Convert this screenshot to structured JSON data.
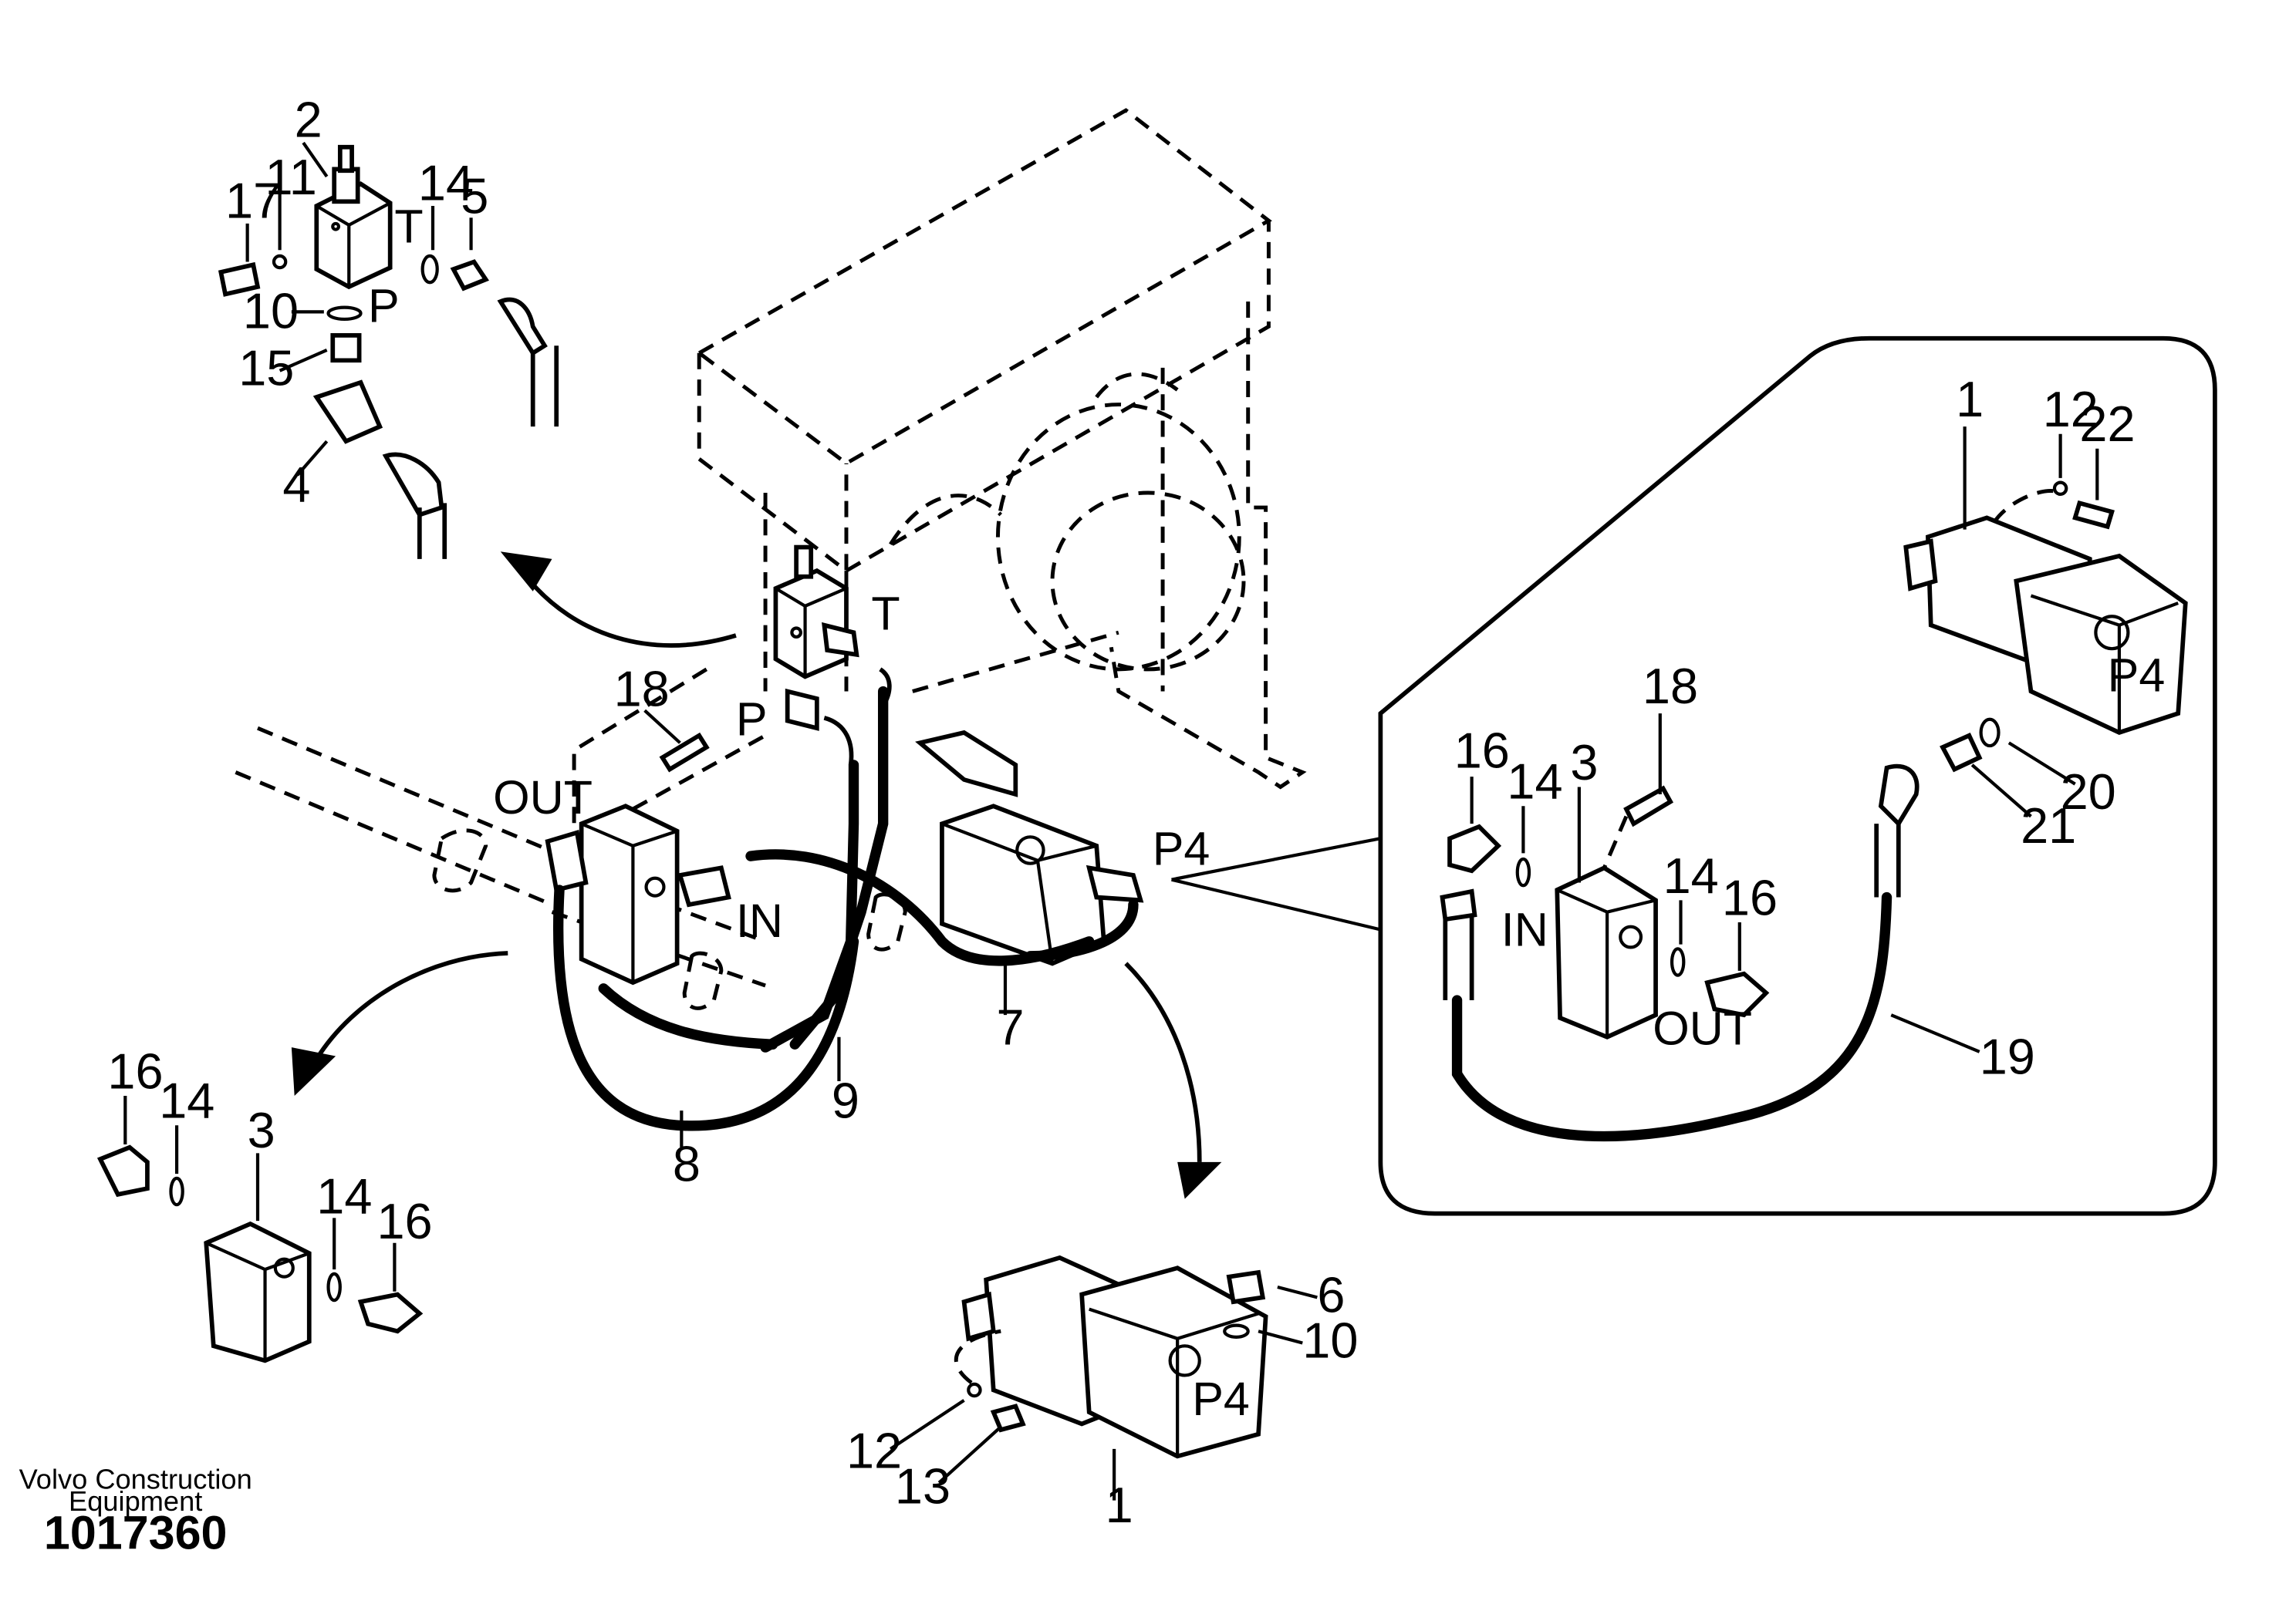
{
  "callouts": {
    "tl_2": "2",
    "tl_17": "17",
    "tl_11": "11",
    "tl_14": "14",
    "tl_5": "5",
    "tl_10": "10",
    "tl_15": "15",
    "tl_4": "4",
    "c_18": "18",
    "c_7": "7",
    "c_8": "8",
    "c_9": "9",
    "bl_16a": "16",
    "bl_14a": "14",
    "bl_3": "3",
    "bl_14b": "14",
    "bl_16b": "16",
    "bm_6": "6",
    "bm_10": "10",
    "bm_12": "12",
    "bm_13": "13",
    "bm_1": "1",
    "r_1": "1",
    "r_12": "12",
    "r_22": "22",
    "r_18": "18",
    "r_16a": "16",
    "r_14a": "14",
    "r_3": "3",
    "r_14b": "14",
    "r_16b": "16",
    "r_20": "20",
    "r_21": "21",
    "r_19": "19"
  },
  "ports": {
    "tl_T": "T",
    "tl_P": "P",
    "c_T": "T",
    "c_P": "P",
    "c_OUT": "OUT",
    "c_IN": "IN",
    "c_P4": "P4",
    "bm_P4": "P4",
    "r_P4": "P4",
    "r_IN": "IN",
    "r_OUT": "OUT"
  },
  "footer": {
    "manufacturer_line1": "Volvo Construction",
    "manufacturer_line2": "Equipment",
    "document_number": "1017360"
  }
}
